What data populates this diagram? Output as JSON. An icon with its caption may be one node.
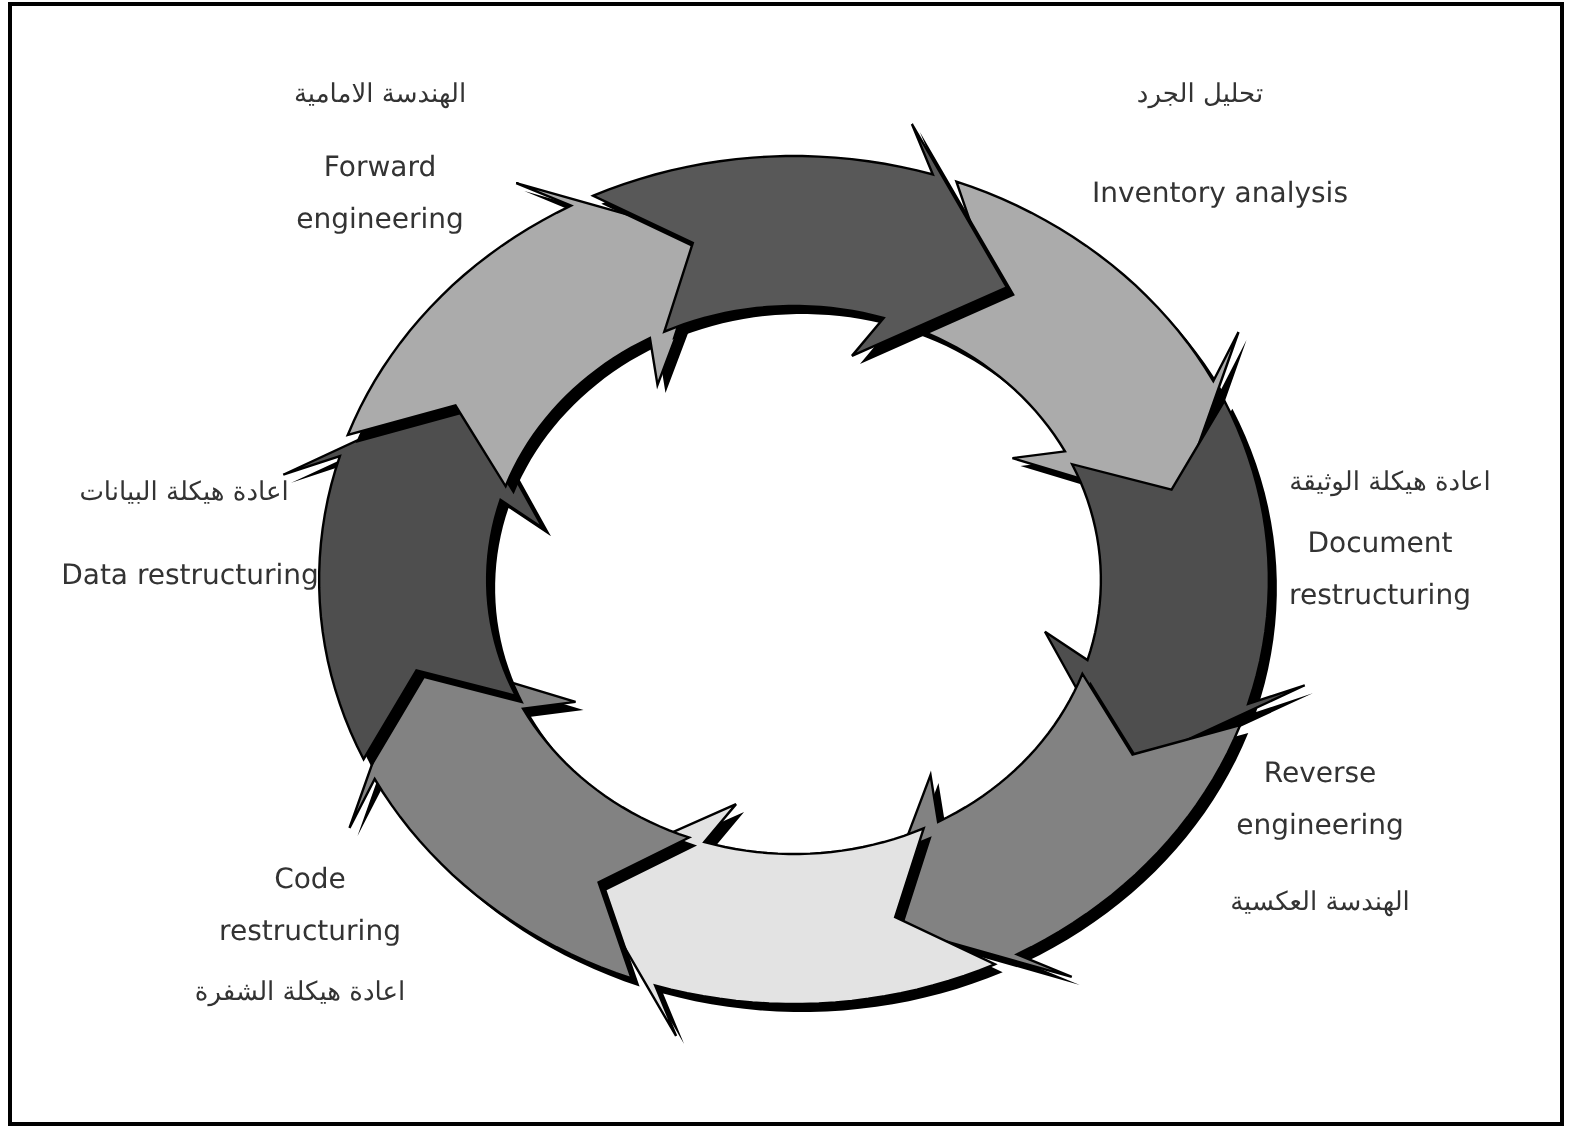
{
  "diagram": {
    "labels": [
      "الهندسة الامامية",
      "تحليل الجرد",
      "Forward engineering",
      "Inventory analysis",
      "اعادة هيكلة البيانات",
      "اعادة هيكلة الوثيقة",
      "Data restructuring",
      "Document restructuring",
      "Reverse engineering",
      "Code restructuring",
      "اعادة هيكلة الشفرة",
      "الهندسة العكسية"
    ]
  }
}
